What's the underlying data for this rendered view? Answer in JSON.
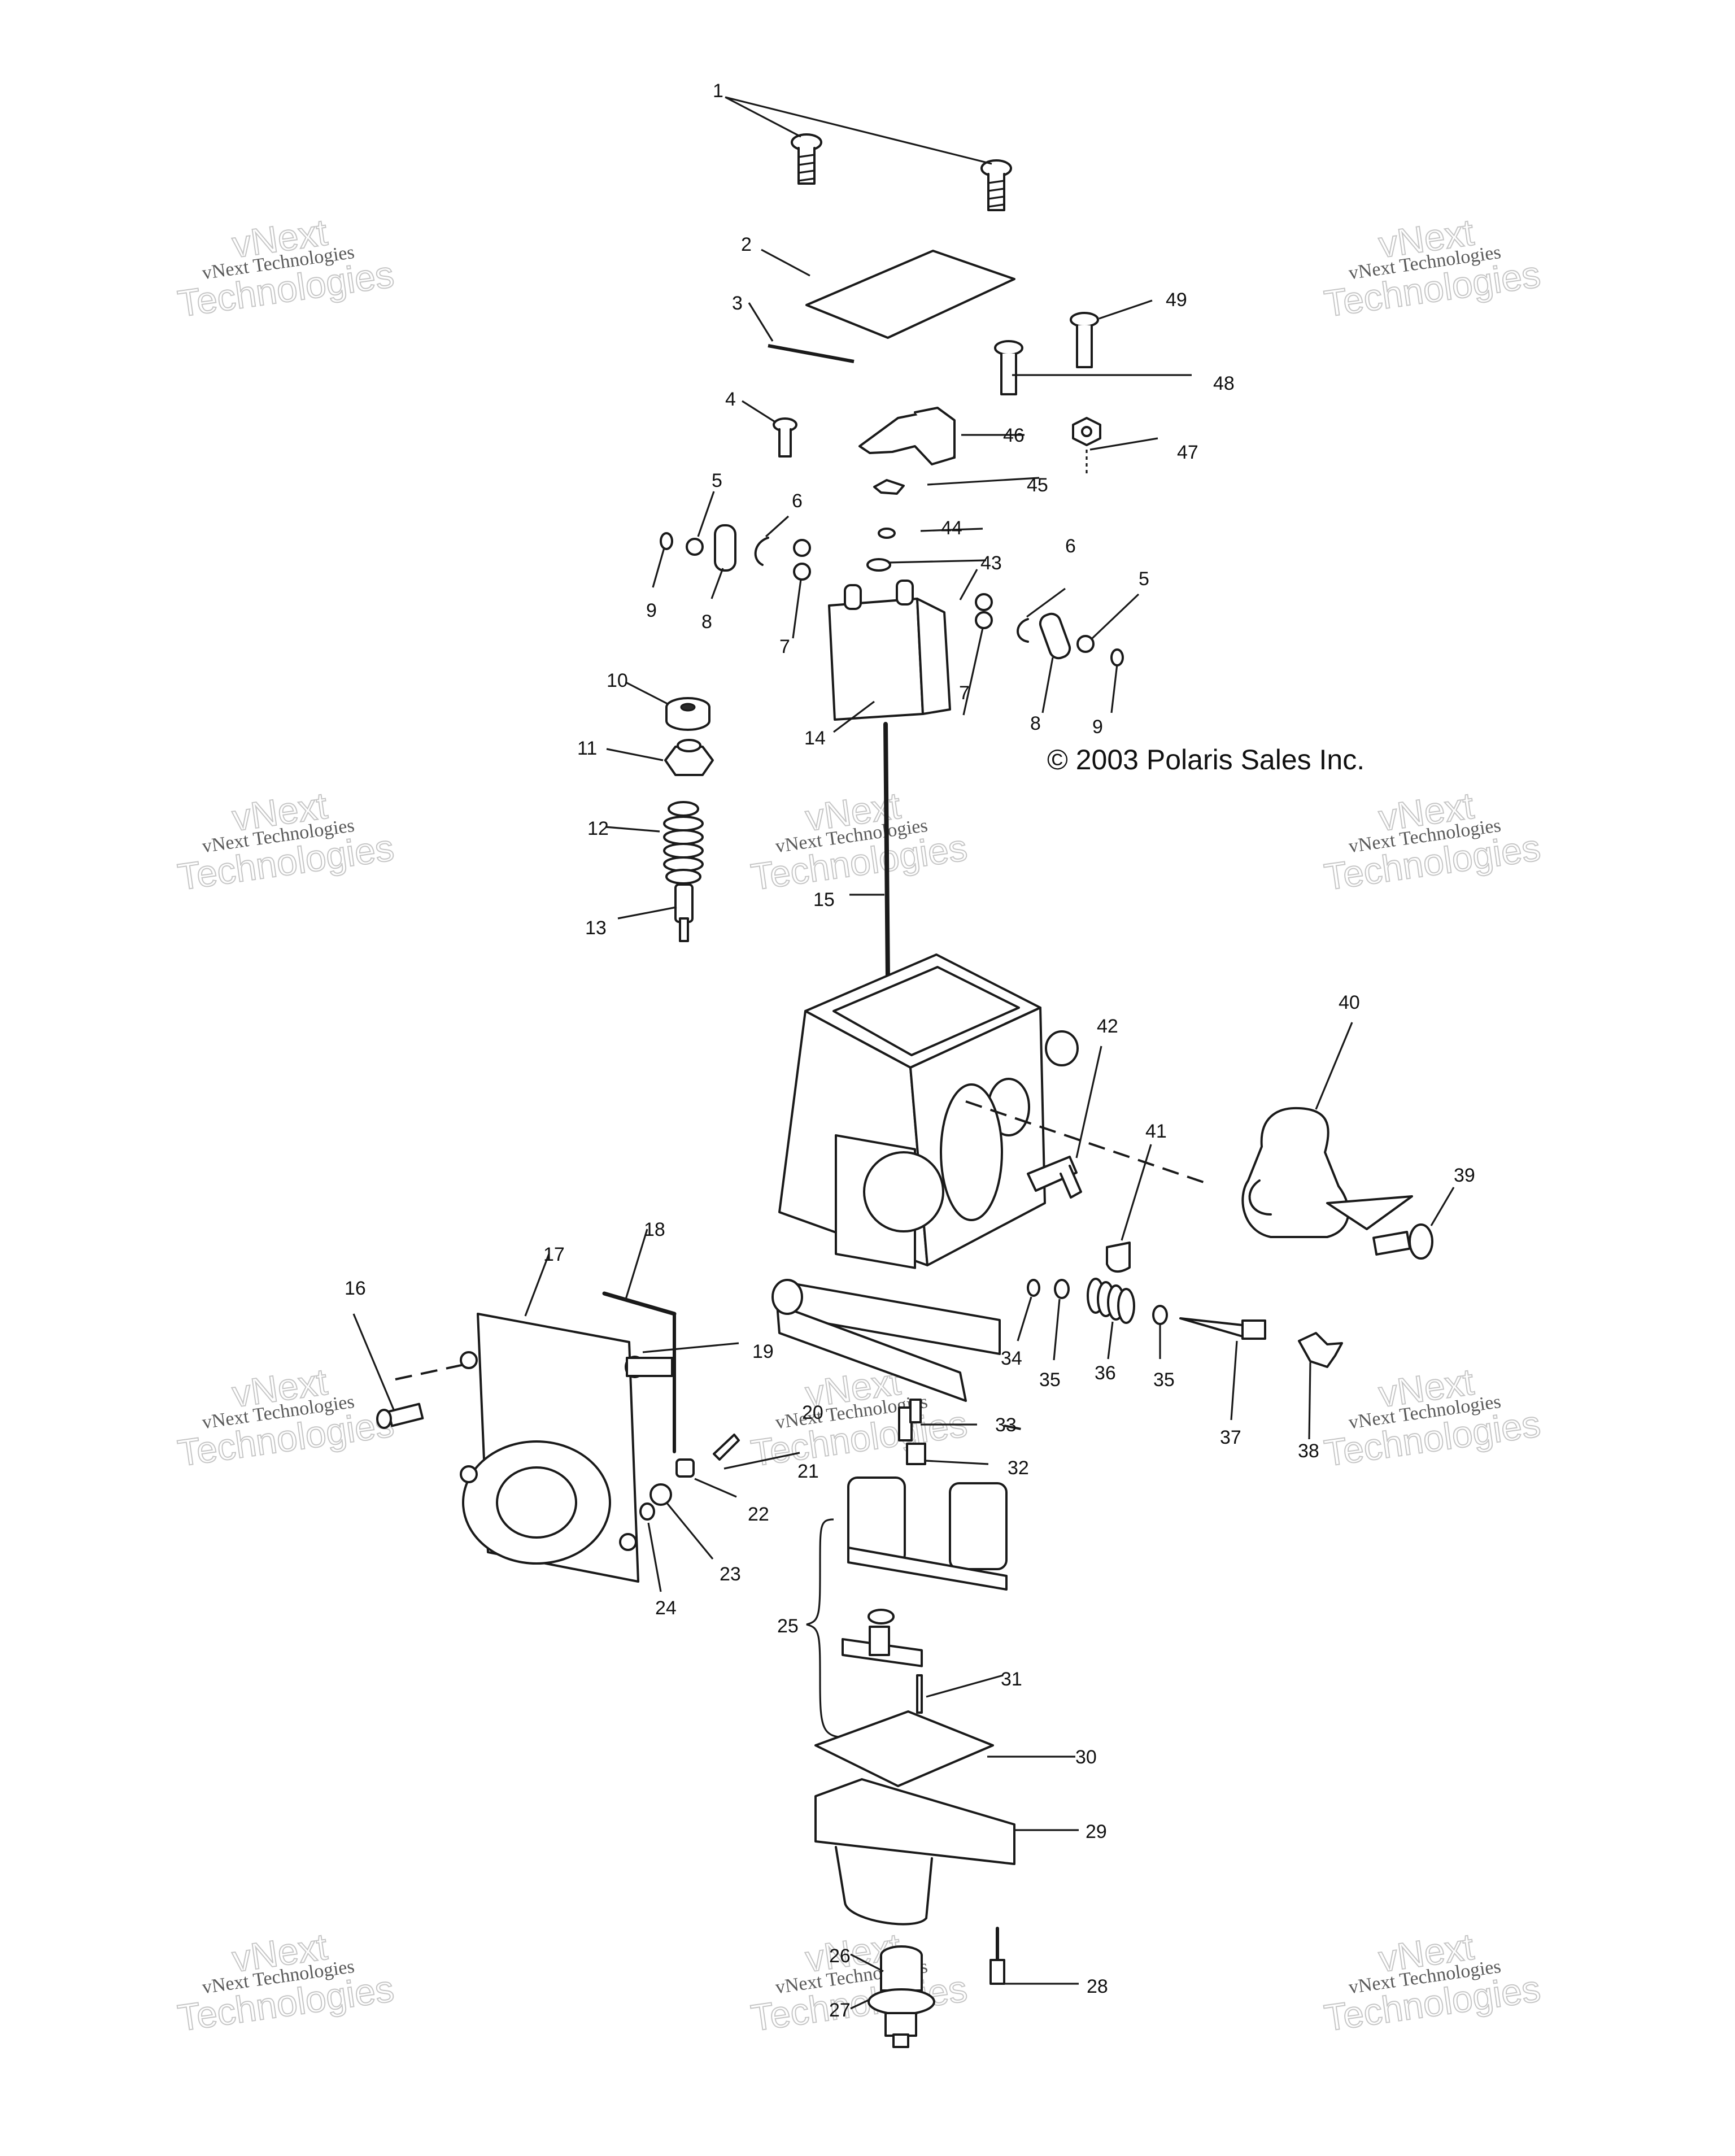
{
  "copyright": "© 2003 Polaris Sales Inc.",
  "watermark": {
    "line1": "vNext",
    "line2": "vNext Technologies",
    "line3": "Technologies"
  },
  "callouts": [
    "1",
    "2",
    "3",
    "4",
    "5",
    "6",
    "7",
    "8",
    "9",
    "10",
    "11",
    "12",
    "13",
    "14",
    "15",
    "16",
    "17",
    "18",
    "19",
    "20",
    "21",
    "22",
    "23",
    "24",
    "25",
    "26",
    "27",
    "28",
    "29",
    "30",
    "31",
    "32",
    "33",
    "34",
    "35",
    "36",
    "37",
    "38",
    "39",
    "40",
    "41",
    "42",
    "43",
    "44",
    "45",
    "46",
    "47",
    "48",
    "49"
  ],
  "labels": [
    {
      "id": "l1",
      "text": "1"
    },
    {
      "id": "l2",
      "text": "2"
    },
    {
      "id": "l3",
      "text": "3"
    },
    {
      "id": "l4",
      "text": "4"
    },
    {
      "id": "l5a",
      "text": "5"
    },
    {
      "id": "l5b",
      "text": "5"
    },
    {
      "id": "l6a",
      "text": "6"
    },
    {
      "id": "l6b",
      "text": "6"
    },
    {
      "id": "l7a",
      "text": "7"
    },
    {
      "id": "l7b",
      "text": "7"
    },
    {
      "id": "l8a",
      "text": "8"
    },
    {
      "id": "l8b",
      "text": "8"
    },
    {
      "id": "l9a",
      "text": "9"
    },
    {
      "id": "l9b",
      "text": "9"
    },
    {
      "id": "l10",
      "text": "10"
    },
    {
      "id": "l11",
      "text": "11"
    },
    {
      "id": "l12",
      "text": "12"
    },
    {
      "id": "l13",
      "text": "13"
    },
    {
      "id": "l14",
      "text": "14"
    },
    {
      "id": "l15",
      "text": "15"
    },
    {
      "id": "l16",
      "text": "16"
    },
    {
      "id": "l17",
      "text": "17"
    },
    {
      "id": "l18",
      "text": "18"
    },
    {
      "id": "l19",
      "text": "19"
    },
    {
      "id": "l20",
      "text": "20"
    },
    {
      "id": "l21",
      "text": "21"
    },
    {
      "id": "l22",
      "text": "22"
    },
    {
      "id": "l23",
      "text": "23"
    },
    {
      "id": "l24",
      "text": "24"
    },
    {
      "id": "l25",
      "text": "25"
    },
    {
      "id": "l26",
      "text": "26"
    },
    {
      "id": "l27",
      "text": "27"
    },
    {
      "id": "l28",
      "text": "28"
    },
    {
      "id": "l29",
      "text": "29"
    },
    {
      "id": "l30",
      "text": "30"
    },
    {
      "id": "l31",
      "text": "31"
    },
    {
      "id": "l32",
      "text": "32"
    },
    {
      "id": "l33",
      "text": "33"
    },
    {
      "id": "l34",
      "text": "34"
    },
    {
      "id": "l35a",
      "text": "35"
    },
    {
      "id": "l35b",
      "text": "35"
    },
    {
      "id": "l36",
      "text": "36"
    },
    {
      "id": "l37",
      "text": "37"
    },
    {
      "id": "l38",
      "text": "38"
    },
    {
      "id": "l39",
      "text": "39"
    },
    {
      "id": "l40",
      "text": "40"
    },
    {
      "id": "l41",
      "text": "41"
    },
    {
      "id": "l42",
      "text": "42"
    },
    {
      "id": "l43",
      "text": "43"
    },
    {
      "id": "l44",
      "text": "44"
    },
    {
      "id": "l45",
      "text": "45"
    },
    {
      "id": "l46",
      "text": "46"
    },
    {
      "id": "l47",
      "text": "47"
    },
    {
      "id": "l48",
      "text": "48"
    },
    {
      "id": "l49",
      "text": "49"
    }
  ]
}
